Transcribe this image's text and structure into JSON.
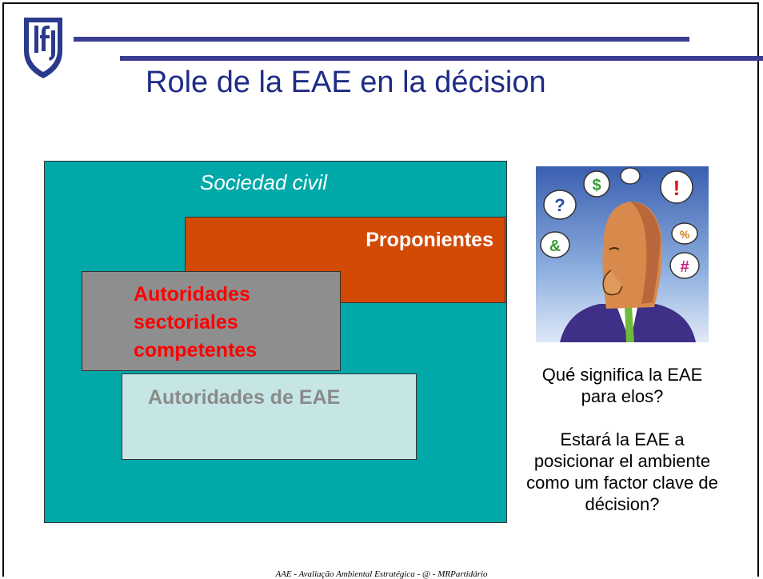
{
  "header": {
    "title": "Role de la EAE en la décision",
    "logo_icon": "ist-shield-logo-icon"
  },
  "diagram": {
    "civil": "Sociedad civil",
    "proponentes": "Proponientes",
    "sectoriales": [
      "Autoridades",
      "sectoriales",
      "competentes"
    ],
    "eae": "Autoridades de EAE"
  },
  "side": {
    "illustration_icon": "thinking-man-speech-bubbles-icon",
    "question1": "Qué significa la EAE para elos?",
    "question2": "Estará la EAE a posicionar el ambiente como um factor clave de décision?"
  },
  "footer": {
    "text": "AAE - Avaliação Ambiental Estratégica - @ - MRPartidário"
  },
  "colors": {
    "title": "#1f2c86",
    "rule": "#3b3c93",
    "civil": "#00a8a8",
    "proponentes": "#d34a05",
    "sectoriales": "#8e8e8e",
    "sectoriales_text": "#ff0000",
    "eae": "#c6e6e6"
  }
}
